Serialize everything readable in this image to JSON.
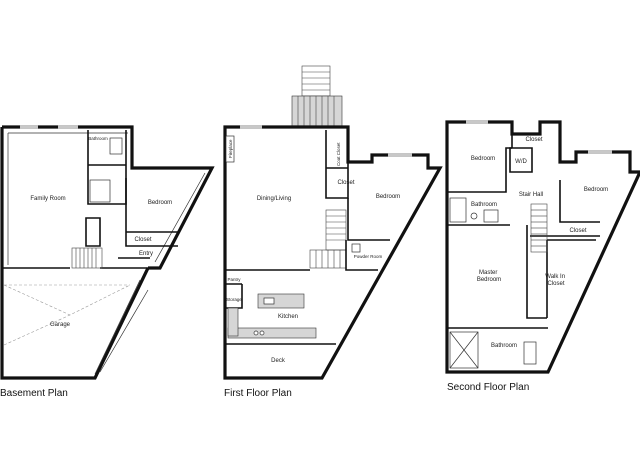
{
  "plans": [
    {
      "title": "Basement Plan",
      "rooms": {
        "family_room": "Family Room",
        "bathroom": "Bathroom",
        "bedroom": "Bedroom",
        "closet": "Closet",
        "entry": "Entry",
        "garage": "Garage"
      }
    },
    {
      "title": "First Floor Plan",
      "rooms": {
        "fireplace": "Fireplace",
        "coat_closet": "Coat Closet",
        "closet": "Closet",
        "dining_living": "Dining/Living",
        "bedroom": "Bedroom",
        "powder_room": "Powder Room",
        "pantry": "Pantry",
        "storage": "Storage",
        "kitchen": "Kitchen",
        "deck": "Deck"
      }
    },
    {
      "title": "Second Floor Plan",
      "rooms": {
        "bedroom_1": "Bedroom",
        "closet_1": "Closet",
        "wd": "W/D",
        "stair_hall": "Stair Hall",
        "bedroom_2": "Bedroom",
        "bathroom_1": "Bathroom",
        "closet_2": "Closet",
        "master_bedroom": "Master Bedroom",
        "walk_in_closet": "Walk In Closet",
        "bathroom_2": "Bathroom"
      }
    }
  ]
}
